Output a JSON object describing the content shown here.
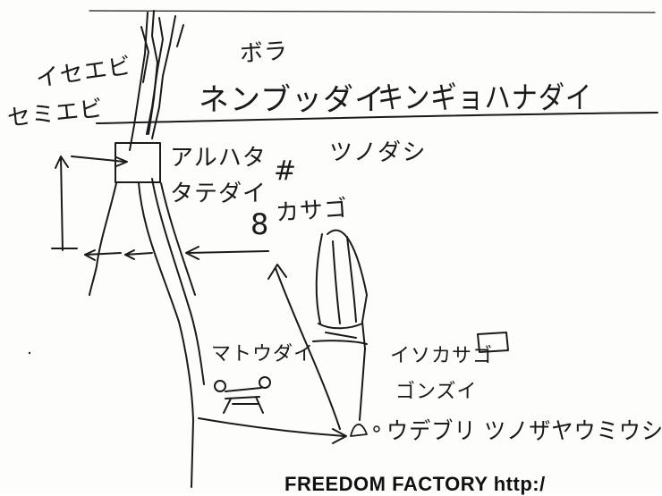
{
  "labels": {
    "bora": "ボラ",
    "iseebi": "イセエビ",
    "semiebi": "セミエビ",
    "nenbutsudai": "ネンブッダイ",
    "kinmedai": "キンギョハナダイ",
    "tsunodashi": "ツノダシ",
    "alhata": "アルハタ",
    "tatedai": "タテダイ",
    "hash": "#",
    "kasago_prefix": "8",
    "kasago": "カサゴ",
    "matoudai": "マトウダイ",
    "isokasago": "イソカサゴ",
    "gonzui": "ゴンズイ",
    "bottom_row": "ウデブリ ツノザヤウミウシ"
  },
  "footer": {
    "text": "FREEDOM FACTORY  http:/"
  },
  "colors": {
    "ink": "#1a1a1a",
    "paper": "#fdfdfc",
    "footer": "#111111"
  }
}
